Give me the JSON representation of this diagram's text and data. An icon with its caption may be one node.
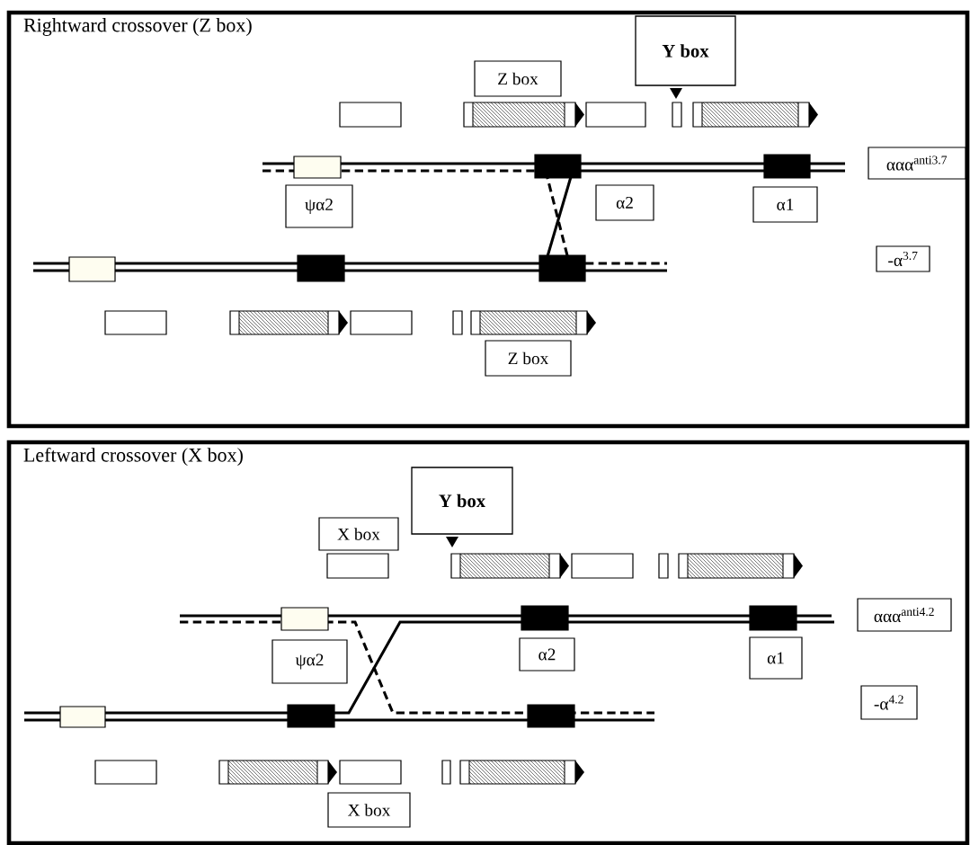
{
  "diagram": {
    "nodes": [
      {
        "text": [
          "Rightward crossover (Z box)"
        ]
      },
      {
        "text": [
          "Y box"
        ],
        "in": 0
      },
      {
        "text": [
          "Z box"
        ],
        "in": 0
      },
      {
        "text": [],
        "shape": "box",
        "in": 0
      },
      {
        "text": [],
        "shape": "box",
        "in": 0
      },
      {
        "text": [],
        "shape": "box",
        "in": 0
      },
      {
        "text": [],
        "shape": "box",
        "in": 0
      },
      {
        "text": [],
        "shape": "box",
        "in": 0
      },
      {
        "text": [
          "ααα$^{anti3.7}$"
        ],
        "in": 0
      },
      {
        "text": [],
        "shape": "box",
        "in": 0
      },
      {
        "text": [],
        "shape": "box",
        "in": 0
      },
      {
        "text": [],
        "shape": "box",
        "in": 0
      },
      {
        "text": [
          "ψα2"
        ],
        "in": 0
      },
      {
        "text": [
          "α2"
        ],
        "in": 0
      },
      {
        "text": [
          "α1"
        ],
        "in": 0
      },
      {
        "text": [
          "-α$^{3.7}$"
        ],
        "in": 0
      },
      {
        "text": [],
        "shape": "box",
        "in": 0
      },
      {
        "text": [],
        "shape": "box",
        "in": 0
      },
      {
        "text": [],
        "shape": "box",
        "in": 0
      },
      {
        "text": [],
        "shape": "box",
        "in": 0
      },
      {
        "text": [],
        "shape": "box",
        "in": 0
      },
      {
        "text": [],
        "shape": "box",
        "in": 0
      },
      {
        "text": [],
        "shape": "box",
        "in": 0
      },
      {
        "text": [],
        "shape": "box",
        "in": 0
      },
      {
        "text": [
          "Z box"
        ],
        "in": 0
      },
      {
        "text": [
          "Leftward crossover (X box)"
        ]
      },
      {
        "text": [
          "Y box"
        ],
        "in": 25
      },
      {
        "text": [
          "X box"
        ],
        "in": 25
      },
      {
        "text": [],
        "shape": "box",
        "in": 25
      },
      {
        "text": [],
        "shape": "box",
        "in": 25
      },
      {
        "text": [],
        "shape": "box",
        "in": 25
      },
      {
        "text": [],
        "shape": "box",
        "in": 25
      },
      {
        "text": [],
        "shape": "box",
        "in": 25
      },
      {
        "text": [
          "ααα$^{anti4.2}$"
        ],
        "in": 25
      },
      {
        "text": [],
        "shape": "box",
        "in": 25
      },
      {
        "text": [],
        "shape": "box",
        "in": 25
      },
      {
        "text": [],
        "shape": "box",
        "in": 25
      },
      {
        "text": [
          "ψα2"
        ],
        "in": 25
      },
      {
        "text": [
          "α2"
        ],
        "in": 25
      },
      {
        "text": [
          "α1"
        ],
        "in": 25
      },
      {
        "text": [
          "-α$^{4.2}$"
        ],
        "in": 25
      },
      {
        "text": [],
        "shape": "box",
        "in": 25
      },
      {
        "text": [],
        "shape": "box",
        "in": 25
      },
      {
        "text": [],
        "shape": "box",
        "in": 25
      },
      {
        "text": [],
        "shape": "box",
        "in": 25
      },
      {
        "text": [],
        "shape": "box",
        "in": 25
      },
      {
        "text": [],
        "shape": "box",
        "in": 25
      },
      {
        "text": [],
        "shape": "box",
        "in": 25
      },
      {
        "text": [],
        "shape": "box",
        "in": 25
      },
      {
        "text": [
          "X box"
        ],
        "in": 25
      }
    ]
  }
}
